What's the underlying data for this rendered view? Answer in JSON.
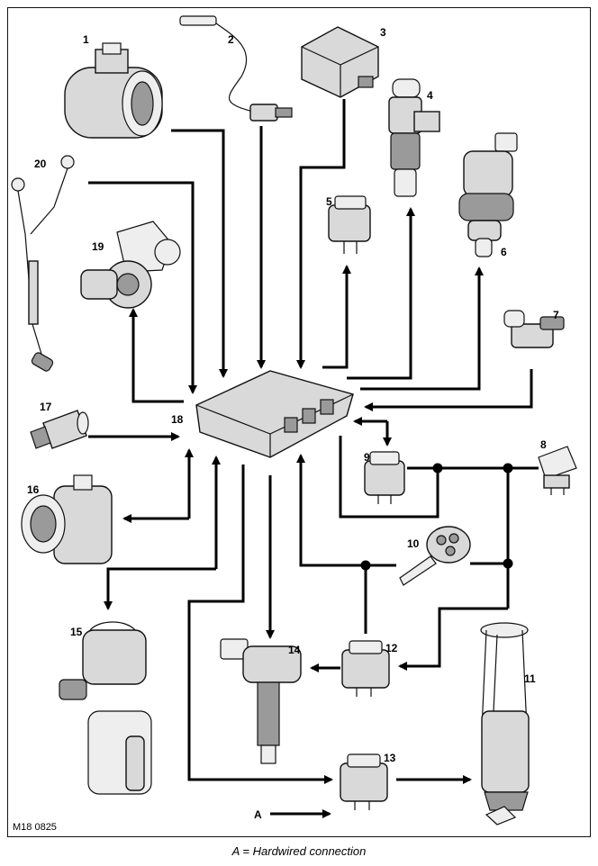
{
  "diagram": {
    "caption": "A = Hardwired connection",
    "reference": "M18 0825",
    "key_letter": "A",
    "components": [
      {
        "number": "1"
      },
      {
        "number": "2"
      },
      {
        "number": "3"
      },
      {
        "number": "4"
      },
      {
        "number": "5"
      },
      {
        "number": "6"
      },
      {
        "number": "7"
      },
      {
        "number": "8"
      },
      {
        "number": "9"
      },
      {
        "number": "10"
      },
      {
        "number": "11"
      },
      {
        "number": "12"
      },
      {
        "number": "13"
      },
      {
        "number": "14"
      },
      {
        "number": "15"
      },
      {
        "number": "16"
      },
      {
        "number": "17"
      },
      {
        "number": "18"
      },
      {
        "number": "19"
      },
      {
        "number": "20"
      }
    ]
  }
}
